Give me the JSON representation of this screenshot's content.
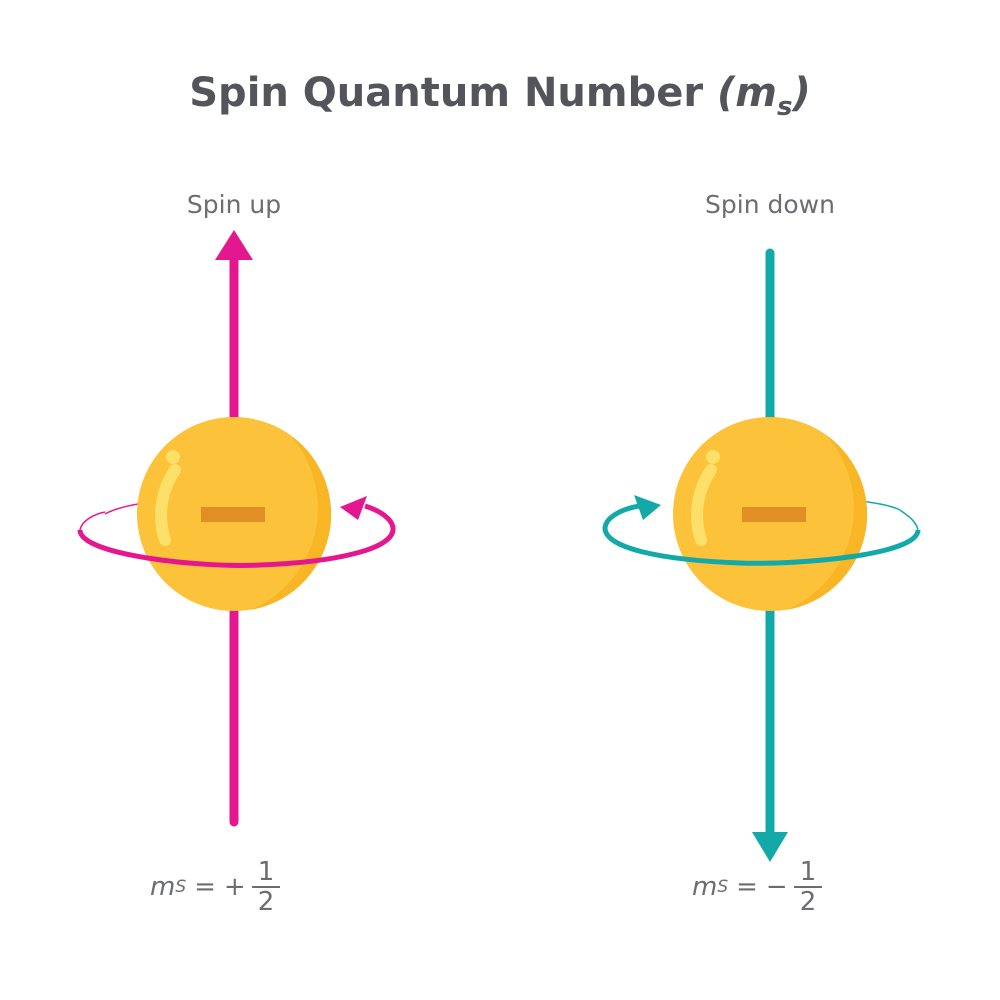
{
  "title": {
    "main": "Spin Quantum Number",
    "symbol": "m",
    "subscript": "s",
    "open": "(",
    "close": ")"
  },
  "colors": {
    "spin_up": "#e5178f",
    "spin_down": "#13a9a9",
    "sphere": "#fbc23a",
    "sphere_shade": "#f8b524",
    "minus": "#e08f27",
    "text": "#53555b"
  },
  "left": {
    "label": "Spin up",
    "formula": {
      "symbol": "m",
      "subscript": "S",
      "equals": "=",
      "sign": "+",
      "numerator": "1",
      "denominator": "2"
    },
    "charge": "minus-sign",
    "rotation": "counter-clockwise"
  },
  "right": {
    "label": "Spin down",
    "formula": {
      "symbol": "m",
      "subscript": "S",
      "equals": "=",
      "sign": "−",
      "numerator": "1",
      "denominator": "2"
    },
    "charge": "minus-sign",
    "rotation": "clockwise"
  }
}
